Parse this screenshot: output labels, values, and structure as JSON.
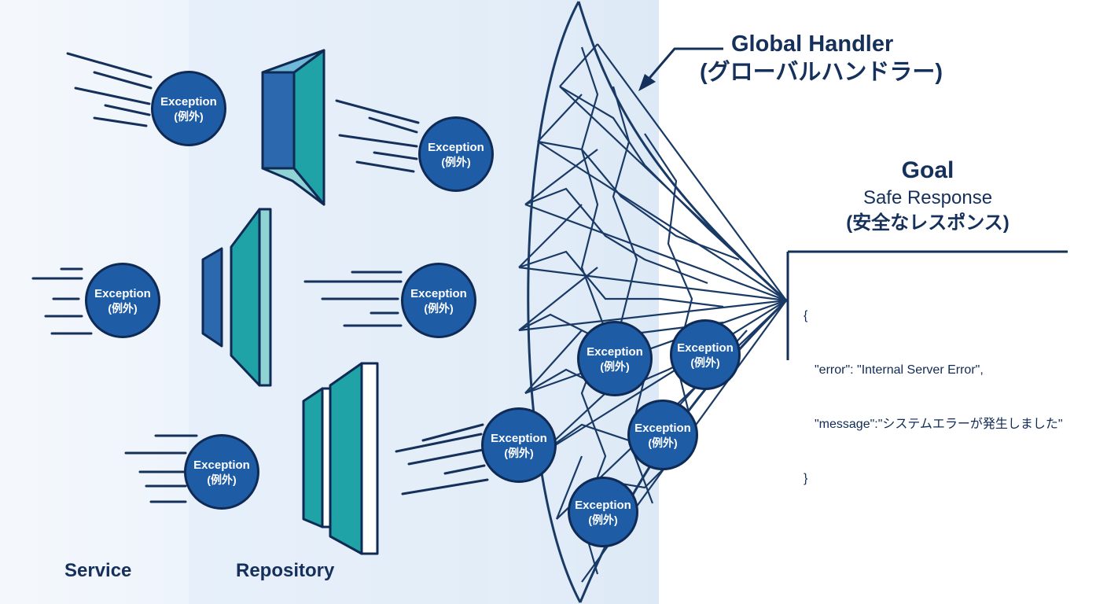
{
  "layers": {
    "service": "Service",
    "repository": "Repository"
  },
  "handler": {
    "title_line1": "Global Handler",
    "title_line2": "(グローバルハンドラー)"
  },
  "goal": {
    "title": "Goal",
    "line1": "Safe Response",
    "line2": "(安全なレスポンス)"
  },
  "response_json": {
    "open": "{",
    "error_line": "\"error\": \"Internal Server Error\",",
    "message_line": "\"message\":\"システムエラーが発生しました\"",
    "close": "}"
  },
  "exception": {
    "label": "Exception",
    "sublabel": "(例外)"
  },
  "colors": {
    "navy": "#15305a",
    "exception_fill": "#1e5ca6",
    "wall_blue": "#2b68ad",
    "wall_teal": "#1fa3a6",
    "net_line": "#1a3a66"
  }
}
